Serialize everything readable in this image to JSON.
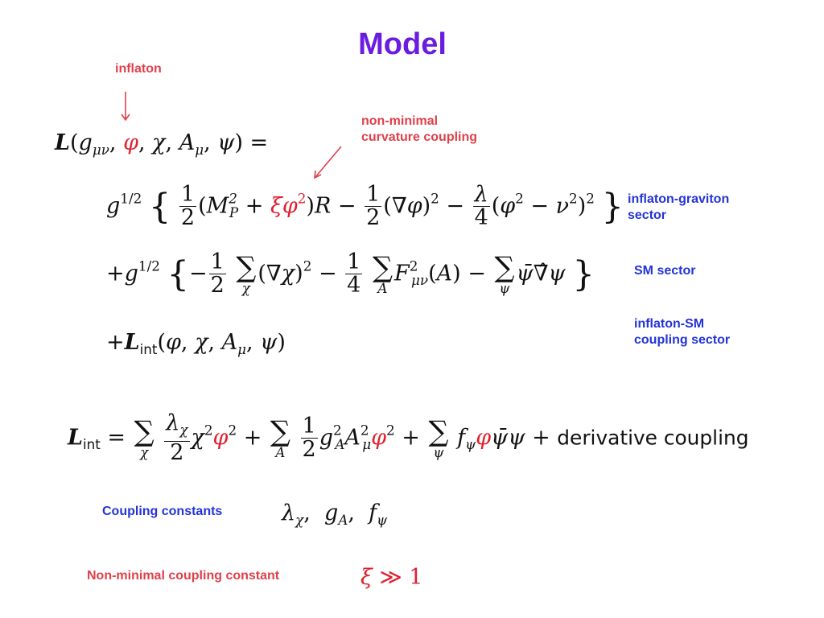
{
  "slide": {
    "title": "Model"
  },
  "annotations": {
    "inflaton": "inflaton",
    "nonminimal_line1": "non-minimal",
    "nonminimal_line2": "curvature coupling",
    "sector_graviton_line1": "inflaton-graviton",
    "sector_graviton_line2": "sector",
    "sector_sm": "SM sector",
    "sector_coupling_line1": "inflaton-SM",
    "sector_coupling_line2": "coupling sector",
    "coupling_constants": "Coupling constants",
    "nonminimal_constant": "Non-minimal coupling constant"
  },
  "equation": {
    "derivative_coupling": "derivative coupling"
  },
  "colors": {
    "title": "#6a1de0",
    "red": "#e0404a",
    "blue": "#2433d6"
  }
}
